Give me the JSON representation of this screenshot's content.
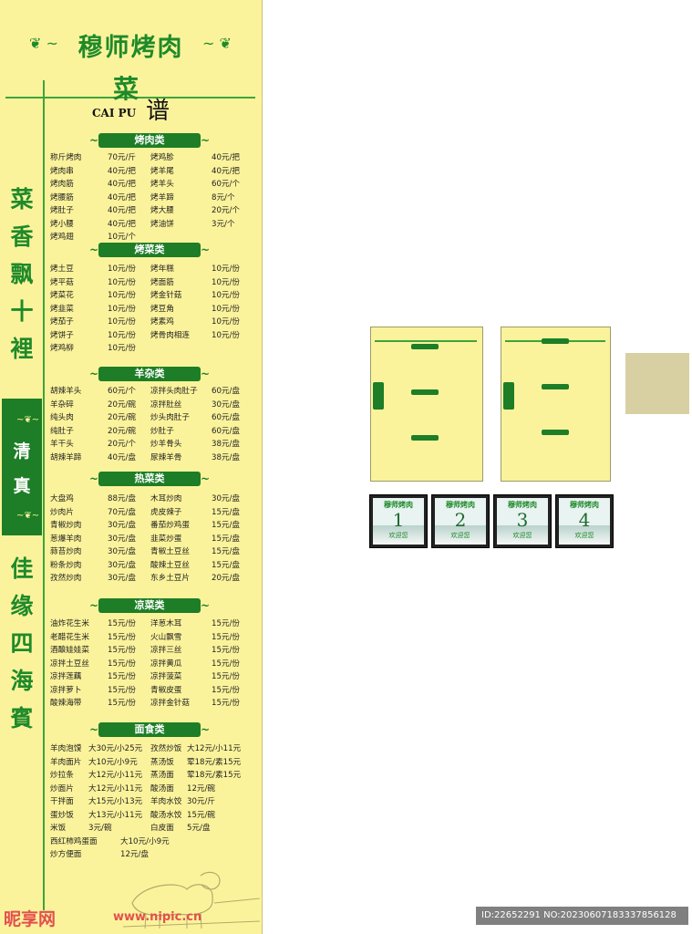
{
  "title": "穆师烤肉",
  "caipu": {
    "cai": "菜",
    "pu": "谱",
    "pinyin": "CAI PU"
  },
  "slogan_top": [
    "菜",
    "香",
    "飘",
    "十",
    "裡"
  ],
  "qingzhen": [
    "清",
    "真"
  ],
  "slogan_bottom": [
    "佳",
    "缘",
    "四",
    "海",
    "賓"
  ],
  "sections": [
    {
      "name": "烤肉类",
      "rows": [
        [
          "称斤烤肉",
          "70元/斤",
          "烤鸡胗",
          "40元/把"
        ],
        [
          "烤肉串",
          "40元/把",
          "烤羊尾",
          "40元/把"
        ],
        [
          "烤肉筋",
          "40元/把",
          "烤羊头",
          "60元/个"
        ],
        [
          "烤腰筋",
          "40元/把",
          "烤羊蹄",
          "8元/个"
        ],
        [
          "烤肚子",
          "40元/把",
          "烤大腰",
          "20元/个"
        ],
        [
          "烤小腰",
          "40元/把",
          "烤油饼",
          "3元/个"
        ],
        [
          "烤鸡翅",
          "10元/个",
          "",
          ""
        ]
      ]
    },
    {
      "name": "烤菜类",
      "rows": [
        [
          "烤土豆",
          "10元/份",
          "烤年糕",
          "10元/份"
        ],
        [
          "烤平菇",
          "10元/份",
          "烤面筋",
          "10元/份"
        ],
        [
          "烤菜花",
          "10元/份",
          "烤金针菇",
          "10元/份"
        ],
        [
          "烤韭菜",
          "10元/份",
          "烤豆角",
          "10元/份"
        ],
        [
          "烤茄子",
          "10元/份",
          "烤素鸡",
          "10元/份"
        ],
        [
          "烤饼子",
          "10元/份",
          "烤骨肉相连",
          "10元/份"
        ],
        [
          "烤鸡柳",
          "10元/份",
          "",
          ""
        ]
      ]
    },
    {
      "name": "羊杂类",
      "rows": [
        [
          "胡辣羊头",
          "60元/个",
          "凉拌头肉肚子",
          "60元/盘"
        ],
        [
          "羊杂碎",
          "20元/碗",
          "凉拌肚丝",
          "30元/盘"
        ],
        [
          "纯头肉",
          "20元/碗",
          "炒头肉肚子",
          "60元/盘"
        ],
        [
          "纯肚子",
          "20元/碗",
          "炒肚子",
          "60元/盘"
        ],
        [
          "羊干头",
          "20元/个",
          "炒羊骨头",
          "38元/盘"
        ],
        [
          "胡辣羊蹄",
          "40元/盘",
          "尿辣羊骨",
          "38元/盘"
        ]
      ]
    },
    {
      "name": "热菜类",
      "rows": [
        [
          "大盘鸡",
          "88元/盘",
          "木耳炒肉",
          "30元/盘"
        ],
        [
          "炒肉片",
          "70元/盘",
          "虎皮辣子",
          "15元/盘"
        ],
        [
          "青椒炒肉",
          "30元/盘",
          "番茄炒鸡蛋",
          "15元/盘"
        ],
        [
          "葱爆羊肉",
          "30元/盘",
          "韭菜炒蛋",
          "15元/盘"
        ],
        [
          "蒜苔炒肉",
          "30元/盘",
          "青椒土豆丝",
          "15元/盘"
        ],
        [
          "粉条炒肉",
          "30元/盘",
          "酸辣土豆丝",
          "15元/盘"
        ],
        [
          "孜然炒肉",
          "30元/盘",
          "东乡土豆片",
          "20元/盘"
        ]
      ]
    },
    {
      "name": "凉菜类",
      "rows": [
        [
          "油炸花生米",
          "15元/份",
          "洋葱木耳",
          "15元/份"
        ],
        [
          "老醋花生米",
          "15元/份",
          "火山飘雪",
          "15元/份"
        ],
        [
          "酒酿娃娃菜",
          "15元/份",
          "凉拌三丝",
          "15元/份"
        ],
        [
          "凉拌土豆丝",
          "15元/份",
          "凉拌黄瓜",
          "15元/份"
        ],
        [
          "凉拌莲藕",
          "15元/份",
          "凉拌菠菜",
          "15元/份"
        ],
        [
          "凉拌萝卜",
          "15元/份",
          "青椒皮蛋",
          "15元/份"
        ],
        [
          "酸辣海带",
          "15元/份",
          "凉拌金针菇",
          "15元/份"
        ]
      ]
    },
    {
      "name": "面食类",
      "rows": [
        [
          "羊肉泡馍",
          "大30元/小25元",
          "孜然炒饭",
          "大12元/小11元"
        ],
        [
          "羊肉面片",
          "大10元/小9元",
          "蒸汤饭",
          "荤18元/素15元"
        ],
        [
          "炒拉条",
          "大12元/小11元",
          "蒸汤面",
          "荤18元/素15元"
        ],
        [
          "炒面片",
          "大12元/小11元",
          "酸汤面",
          "12元/碗"
        ],
        [
          "干拌面",
          "大15元/小13元",
          "羊肉水饺",
          "30元/斤"
        ],
        [
          "蛋炒饭",
          "大13元/小11元",
          "酸汤水饺",
          "15元/碗"
        ],
        [
          "米饭",
          "3元/碗",
          "白皮面",
          "5元/盘"
        ]
      ]
    }
  ],
  "extra_rows": [
    [
      "西红柿鸡蛋面",
      "大10元/小9元"
    ],
    [
      "炒方便面",
      "12元/盘"
    ]
  ],
  "cards": [
    {
      "title": "穆师烤肉",
      "num": "1",
      "word": "欢迎您"
    },
    {
      "title": "穆师烤肉",
      "num": "2",
      "word": "欢迎您"
    },
    {
      "title": "穆师烤肉",
      "num": "3",
      "word": "欢迎您"
    },
    {
      "title": "穆师烤肉",
      "num": "4",
      "word": "欢迎您"
    }
  ],
  "watermark": {
    "logo": "昵享网",
    "url": "www.nipic.cn"
  },
  "image_id": "ID:22652291 NO:20230607183337856128",
  "colors": {
    "bg": "#fbf39b",
    "green": "#1d7e27",
    "text": "#222222"
  }
}
